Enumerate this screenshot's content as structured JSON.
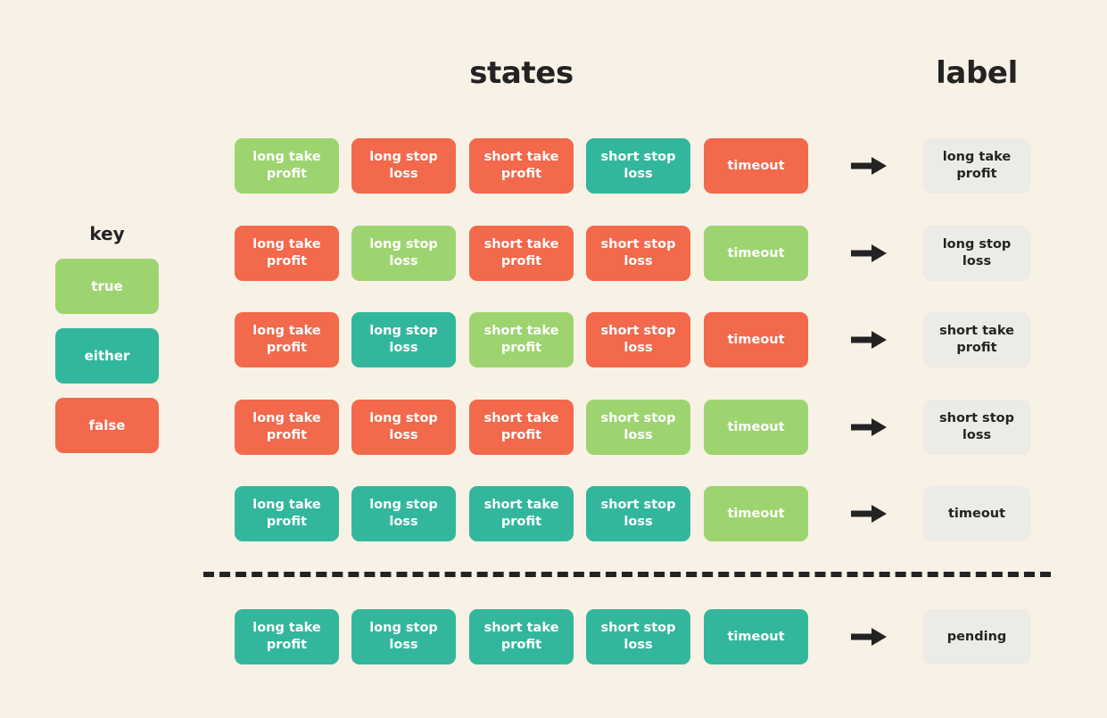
{
  "palette": {
    "background": "#f8f1e5",
    "true": "#9ed470",
    "either": "#33b79c",
    "false": "#f2694c",
    "label_chip": "#ecebe6",
    "ink": "#232323",
    "chip_text": "#ffffff"
  },
  "headings": {
    "states": "states",
    "label": "label"
  },
  "key": {
    "title": "key",
    "items": [
      {
        "label": "true",
        "color_token": "true"
      },
      {
        "label": "either",
        "color_token": "either"
      },
      {
        "label": "false",
        "color_token": "false"
      }
    ]
  },
  "state_columns": [
    "long take profit",
    "long stop loss",
    "short take profit",
    "short stop loss",
    "timeout"
  ],
  "arrow_icon": "arrow-right-icon",
  "rows": [
    {
      "label": "long take profit",
      "cells": [
        {
          "state": "long take profit",
          "value": "true"
        },
        {
          "state": "long stop loss",
          "value": "false"
        },
        {
          "state": "short take profit",
          "value": "false"
        },
        {
          "state": "short stop loss",
          "value": "either"
        },
        {
          "state": "timeout",
          "value": "false"
        }
      ]
    },
    {
      "label": "long stop loss",
      "cells": [
        {
          "state": "long take profit",
          "value": "false"
        },
        {
          "state": "long stop loss",
          "value": "true"
        },
        {
          "state": "short take profit",
          "value": "false"
        },
        {
          "state": "short stop loss",
          "value": "false"
        },
        {
          "state": "timeout",
          "value": "true"
        }
      ]
    },
    {
      "label": "short take profit",
      "cells": [
        {
          "state": "long take profit",
          "value": "false"
        },
        {
          "state": "long stop loss",
          "value": "either"
        },
        {
          "state": "short take profit",
          "value": "true"
        },
        {
          "state": "short stop loss",
          "value": "false"
        },
        {
          "state": "timeout",
          "value": "false"
        }
      ]
    },
    {
      "label": "short stop loss",
      "cells": [
        {
          "state": "long take profit",
          "value": "false"
        },
        {
          "state": "long stop loss",
          "value": "false"
        },
        {
          "state": "short take profit",
          "value": "false"
        },
        {
          "state": "short stop loss",
          "value": "true"
        },
        {
          "state": "timeout",
          "value": "true"
        }
      ]
    },
    {
      "label": "timeout",
      "cells": [
        {
          "state": "long take profit",
          "value": "either"
        },
        {
          "state": "long stop loss",
          "value": "either"
        },
        {
          "state": "short take profit",
          "value": "either"
        },
        {
          "state": "short stop loss",
          "value": "either"
        },
        {
          "state": "timeout",
          "value": "true"
        }
      ]
    }
  ],
  "divider": {
    "style": "dashed"
  },
  "footer_rows": [
    {
      "label": "pending",
      "cells": [
        {
          "state": "long take profit",
          "value": "either"
        },
        {
          "state": "long stop loss",
          "value": "either"
        },
        {
          "state": "short take profit",
          "value": "either"
        },
        {
          "state": "short stop loss",
          "value": "either"
        },
        {
          "state": "timeout",
          "value": "either"
        }
      ]
    }
  ],
  "layout": {
    "row_tops": [
      155,
      253,
      350,
      448,
      545
    ],
    "footer_row_tops": [
      683
    ],
    "column_lefts": [
      0,
      131,
      263,
      394,
      526
    ]
  }
}
